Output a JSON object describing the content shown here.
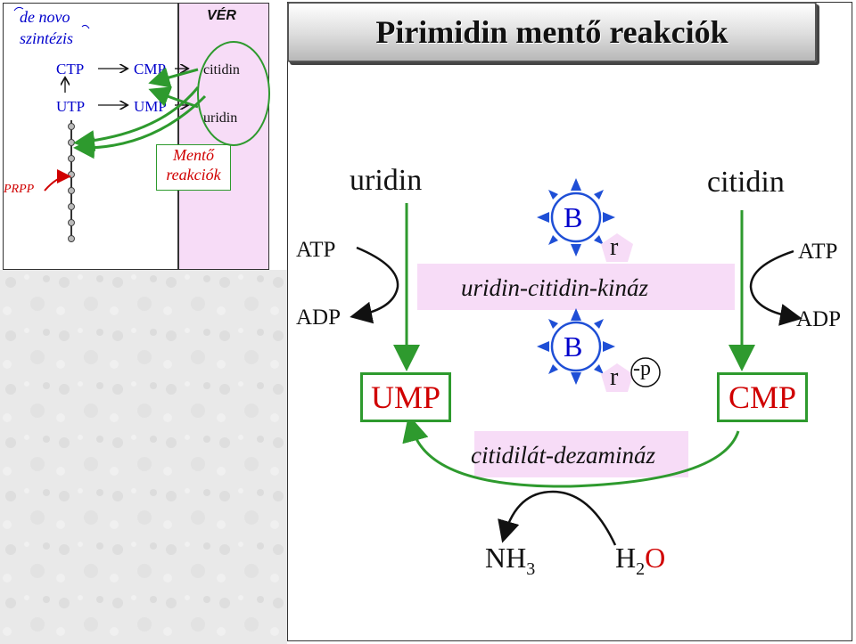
{
  "title": "Pirimidin mentő reakciók",
  "inset": {
    "de_novo": "de novo",
    "szintezis": "szintézis",
    "ver": "VÉR",
    "ctp": "CTP",
    "cmp": "CMP",
    "utp": "UTP",
    "ump": "UMP",
    "citidin": "citidin",
    "uridin": "uridin",
    "prpp": "PRPP",
    "mento": "Mentő",
    "reakciok": "reakciók"
  },
  "main": {
    "uridin": "uridin",
    "citidin": "citidin",
    "atp_left": "ATP",
    "adp_left": "ADP",
    "atp_right": "ATP",
    "adp_right": "ADP",
    "base_top": "B",
    "ribose_top": "r",
    "kinase": "uridin-citidin-kináz",
    "base_bottom": "B",
    "ribose_bottom": "r",
    "phosphate": "-p",
    "ump": "UMP",
    "cmp": "CMP",
    "deaminase": "citidilát-dezamináz",
    "nh": "NH",
    "nh_sub": "3",
    "h": "H",
    "h_sub": "2",
    "o": "O"
  },
  "colors": {
    "green": "#2e9a2e",
    "red": "#d00000",
    "blue": "#0000cc",
    "pink": "#f7dcf7",
    "star_blue": "#1f4fd6"
  }
}
